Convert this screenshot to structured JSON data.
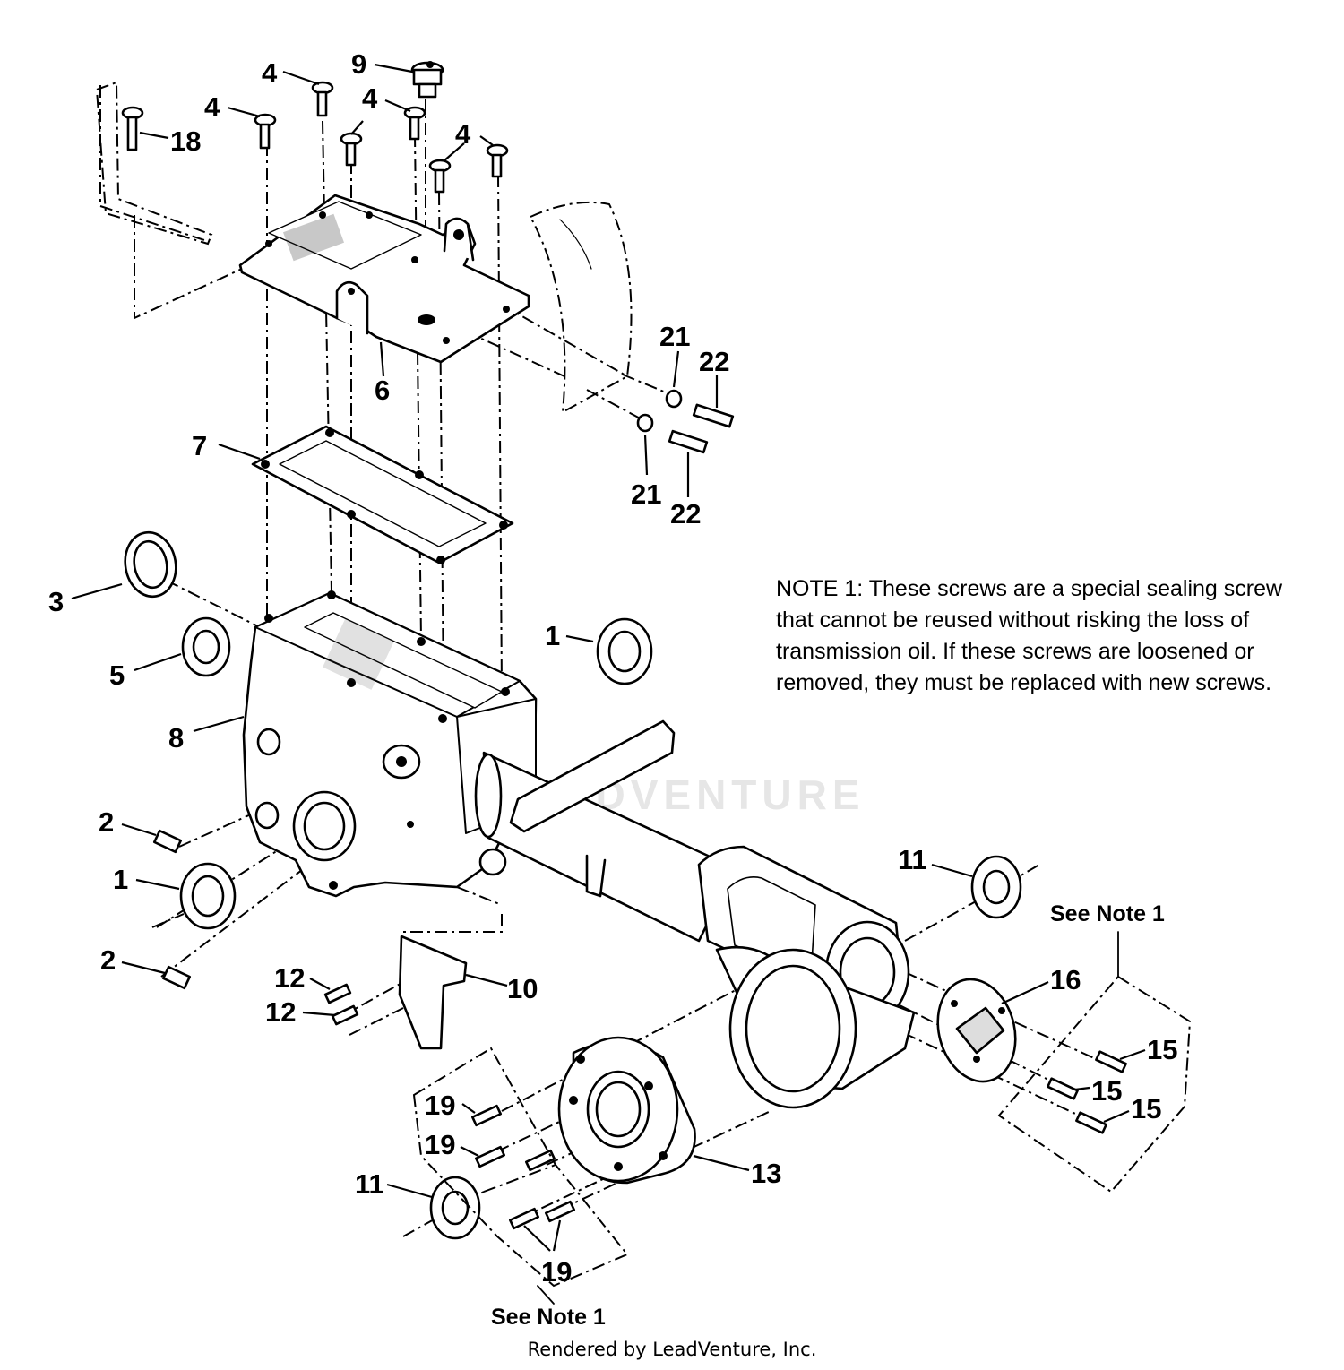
{
  "diagram": {
    "callouts": [
      {
        "id": "c4a",
        "text": "4"
      },
      {
        "id": "c4b",
        "text": "4"
      },
      {
        "id": "c4c",
        "text": "4"
      },
      {
        "id": "c4d",
        "text": "4"
      },
      {
        "id": "c9",
        "text": "9"
      },
      {
        "id": "c18",
        "text": "18"
      },
      {
        "id": "c6",
        "text": "6"
      },
      {
        "id": "c7",
        "text": "7"
      },
      {
        "id": "c21a",
        "text": "21"
      },
      {
        "id": "c22a",
        "text": "22"
      },
      {
        "id": "c21b",
        "text": "21"
      },
      {
        "id": "c22b",
        "text": "22"
      },
      {
        "id": "c3",
        "text": "3"
      },
      {
        "id": "c5",
        "text": "5"
      },
      {
        "id": "c8",
        "text": "8"
      },
      {
        "id": "c1a",
        "text": "1"
      },
      {
        "id": "c2a",
        "text": "2"
      },
      {
        "id": "c1b",
        "text": "1"
      },
      {
        "id": "c2b",
        "text": "2"
      },
      {
        "id": "c12a",
        "text": "12"
      },
      {
        "id": "c12b",
        "text": "12"
      },
      {
        "id": "c10",
        "text": "10"
      },
      {
        "id": "c11a",
        "text": "11"
      },
      {
        "id": "c16",
        "text": "16"
      },
      {
        "id": "c15a",
        "text": "15"
      },
      {
        "id": "c15b",
        "text": "15"
      },
      {
        "id": "c15c",
        "text": "15"
      },
      {
        "id": "c13",
        "text": "13"
      },
      {
        "id": "c19a",
        "text": "19"
      },
      {
        "id": "c19b",
        "text": "19"
      },
      {
        "id": "c19c",
        "text": "19"
      },
      {
        "id": "c11b",
        "text": "11"
      }
    ],
    "see_note_top": "See Note 1",
    "see_note_bottom": "See Note 1"
  },
  "note": {
    "text": "NOTE 1: These screws are a special sealing screw\nthat cannot be reused without risking the loss of\ntransmission oil.  If these screws are loosened or\nremoved, they must be replaced with new screws."
  },
  "watermark": "LEADVENTURE",
  "footer": {
    "credit": "Rendered by LeadVenture, Inc."
  }
}
